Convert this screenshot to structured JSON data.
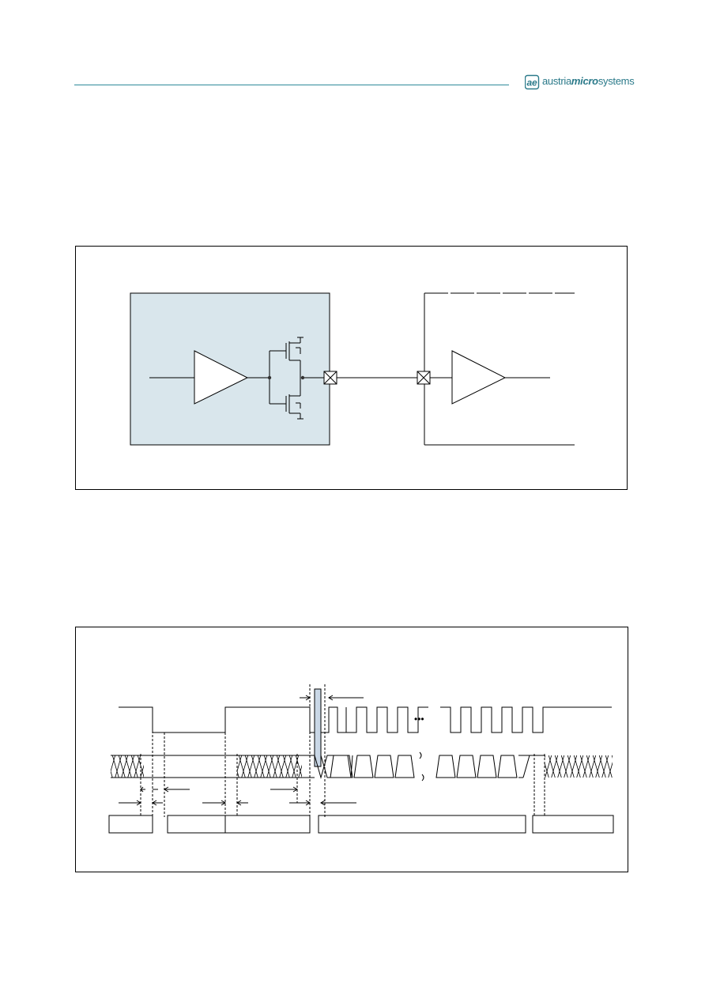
{
  "header": {
    "logo_text_regular_1": "austria",
    "logo_text_bold": "micro",
    "logo_text_regular_2": "systems",
    "brand_color": "#2b7a8a",
    "rule_color": "#2f8a9a"
  },
  "figure1": {
    "device_fill": "#d9e6ec"
  },
  "figure2": {
    "ellipsis": "•••"
  }
}
